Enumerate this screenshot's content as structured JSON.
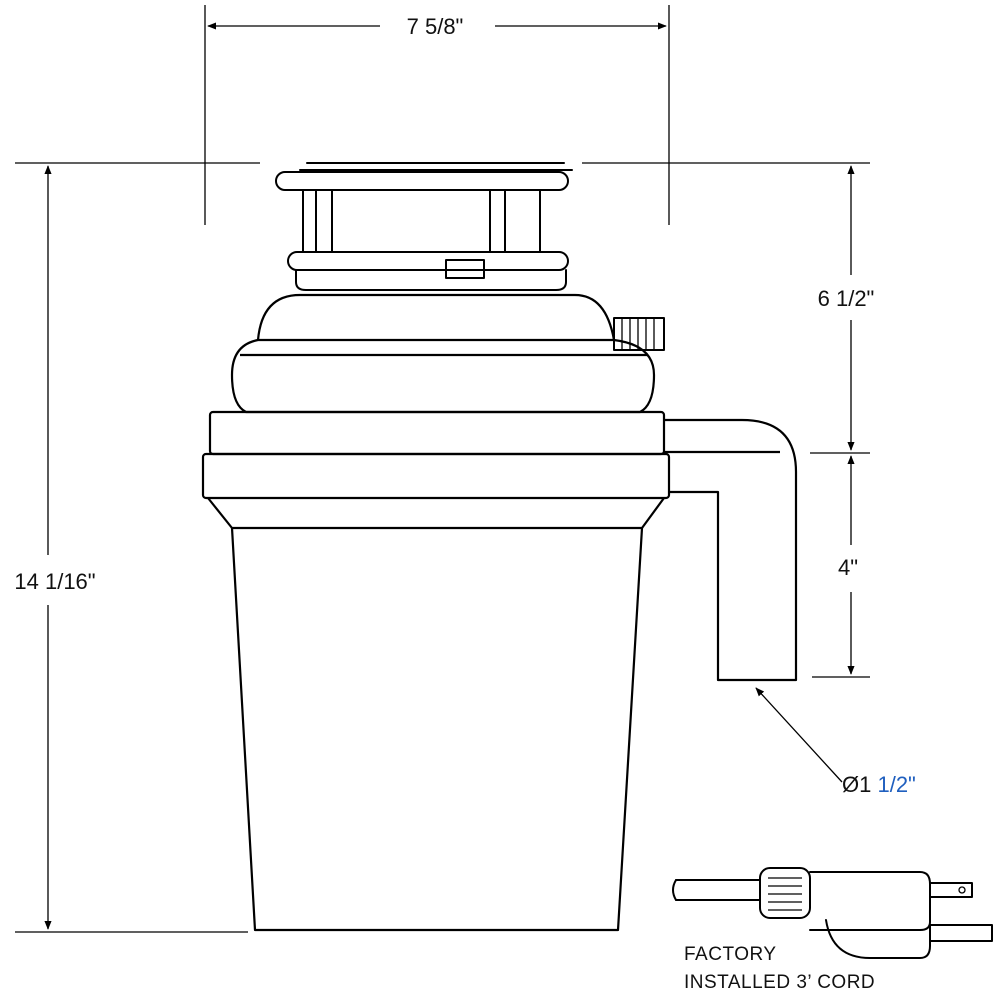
{
  "dimensions": {
    "width": "7 5/8\"",
    "overall_height": "14 1/16\"",
    "upper_height": "6 1/2\"",
    "outlet_drop": "4\"",
    "outlet_diameter_prefix": "Ø1 ",
    "outlet_diameter_value": "1/2\""
  },
  "note": {
    "line1": "FACTORY",
    "line2": "INSTALLED 3’ CORD"
  },
  "colors": {
    "line": "#000000",
    "text": "#111111",
    "accent_fraction": "#1f5fbf"
  }
}
